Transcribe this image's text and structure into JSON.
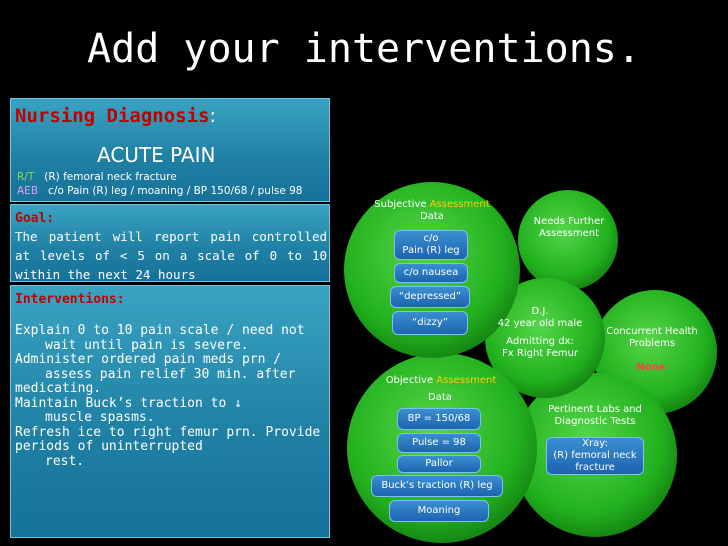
{
  "title": "Add your interventions.",
  "nursing_diagnosis": {
    "label": "Nursing Diagnosis",
    "colon": ":",
    "diagnosis": "ACUTE PAIN",
    "rt_tag": "R/T",
    "rt_text": "(R) femoral  neck fracture",
    "aeb_tag": "AEB",
    "aeb_text": "c/o Pain (R) leg / moaning /  BP 150/68 / pulse 98"
  },
  "goal": {
    "label": "Goal:",
    "text": "The patient will report pain controlled at levels of < 5 on a scale of 0 to 10 within the next 24 hours"
  },
  "interventions": {
    "label": "Interventions:",
    "items": [
      {
        "first": "Explain 0 to 10 pain scale / need not",
        "rest": "wait until pain is severe."
      },
      {
        "first": "Administer ordered pain meds prn /",
        "rest": "assess pain relief 30 min. after medicating."
      },
      {
        "first": "Maintain Buck’s traction to ↓",
        "rest": "muscle spasms."
      },
      {
        "first": "Refresh ice to right femur prn. Provide periods of uninterrupted",
        "rest": "rest."
      }
    ]
  },
  "concept_map": {
    "subjective": {
      "title_a": "Subjective",
      "title_b": "Assessment",
      "title_c": "Data",
      "items": [
        "c/o\nPain  (R) leg",
        "c/o nausea",
        "“depressed”",
        "“dizzy”"
      ]
    },
    "objective": {
      "title_a": "Objective",
      "title_b": "Assessment",
      "title_c": "Data",
      "items": [
        "BP = 150/68",
        "Pulse = 98",
        "Pallor",
        "Buck’s traction (R) leg",
        "Moaning"
      ]
    },
    "center": {
      "line1": "D.J.",
      "line2": "42 year old male",
      "line3": "Admitting dx:",
      "line4": "Fx  Right Femur"
    },
    "needs_further": "Needs Further Assessment",
    "concurrent": {
      "title": "Concurrent Health Problems",
      "value": "None"
    },
    "labs": {
      "title": "Pertinent Labs and Diagnostic Tests",
      "item": "Xray:\n(R) femoral  neck fracture"
    }
  },
  "colors": {
    "panel": "#1e7fa3",
    "heading_red": "#c20000",
    "circle_green": "#22b11e",
    "box_blue": "#1d64b0",
    "accent_yellow": "#ffcc00"
  }
}
